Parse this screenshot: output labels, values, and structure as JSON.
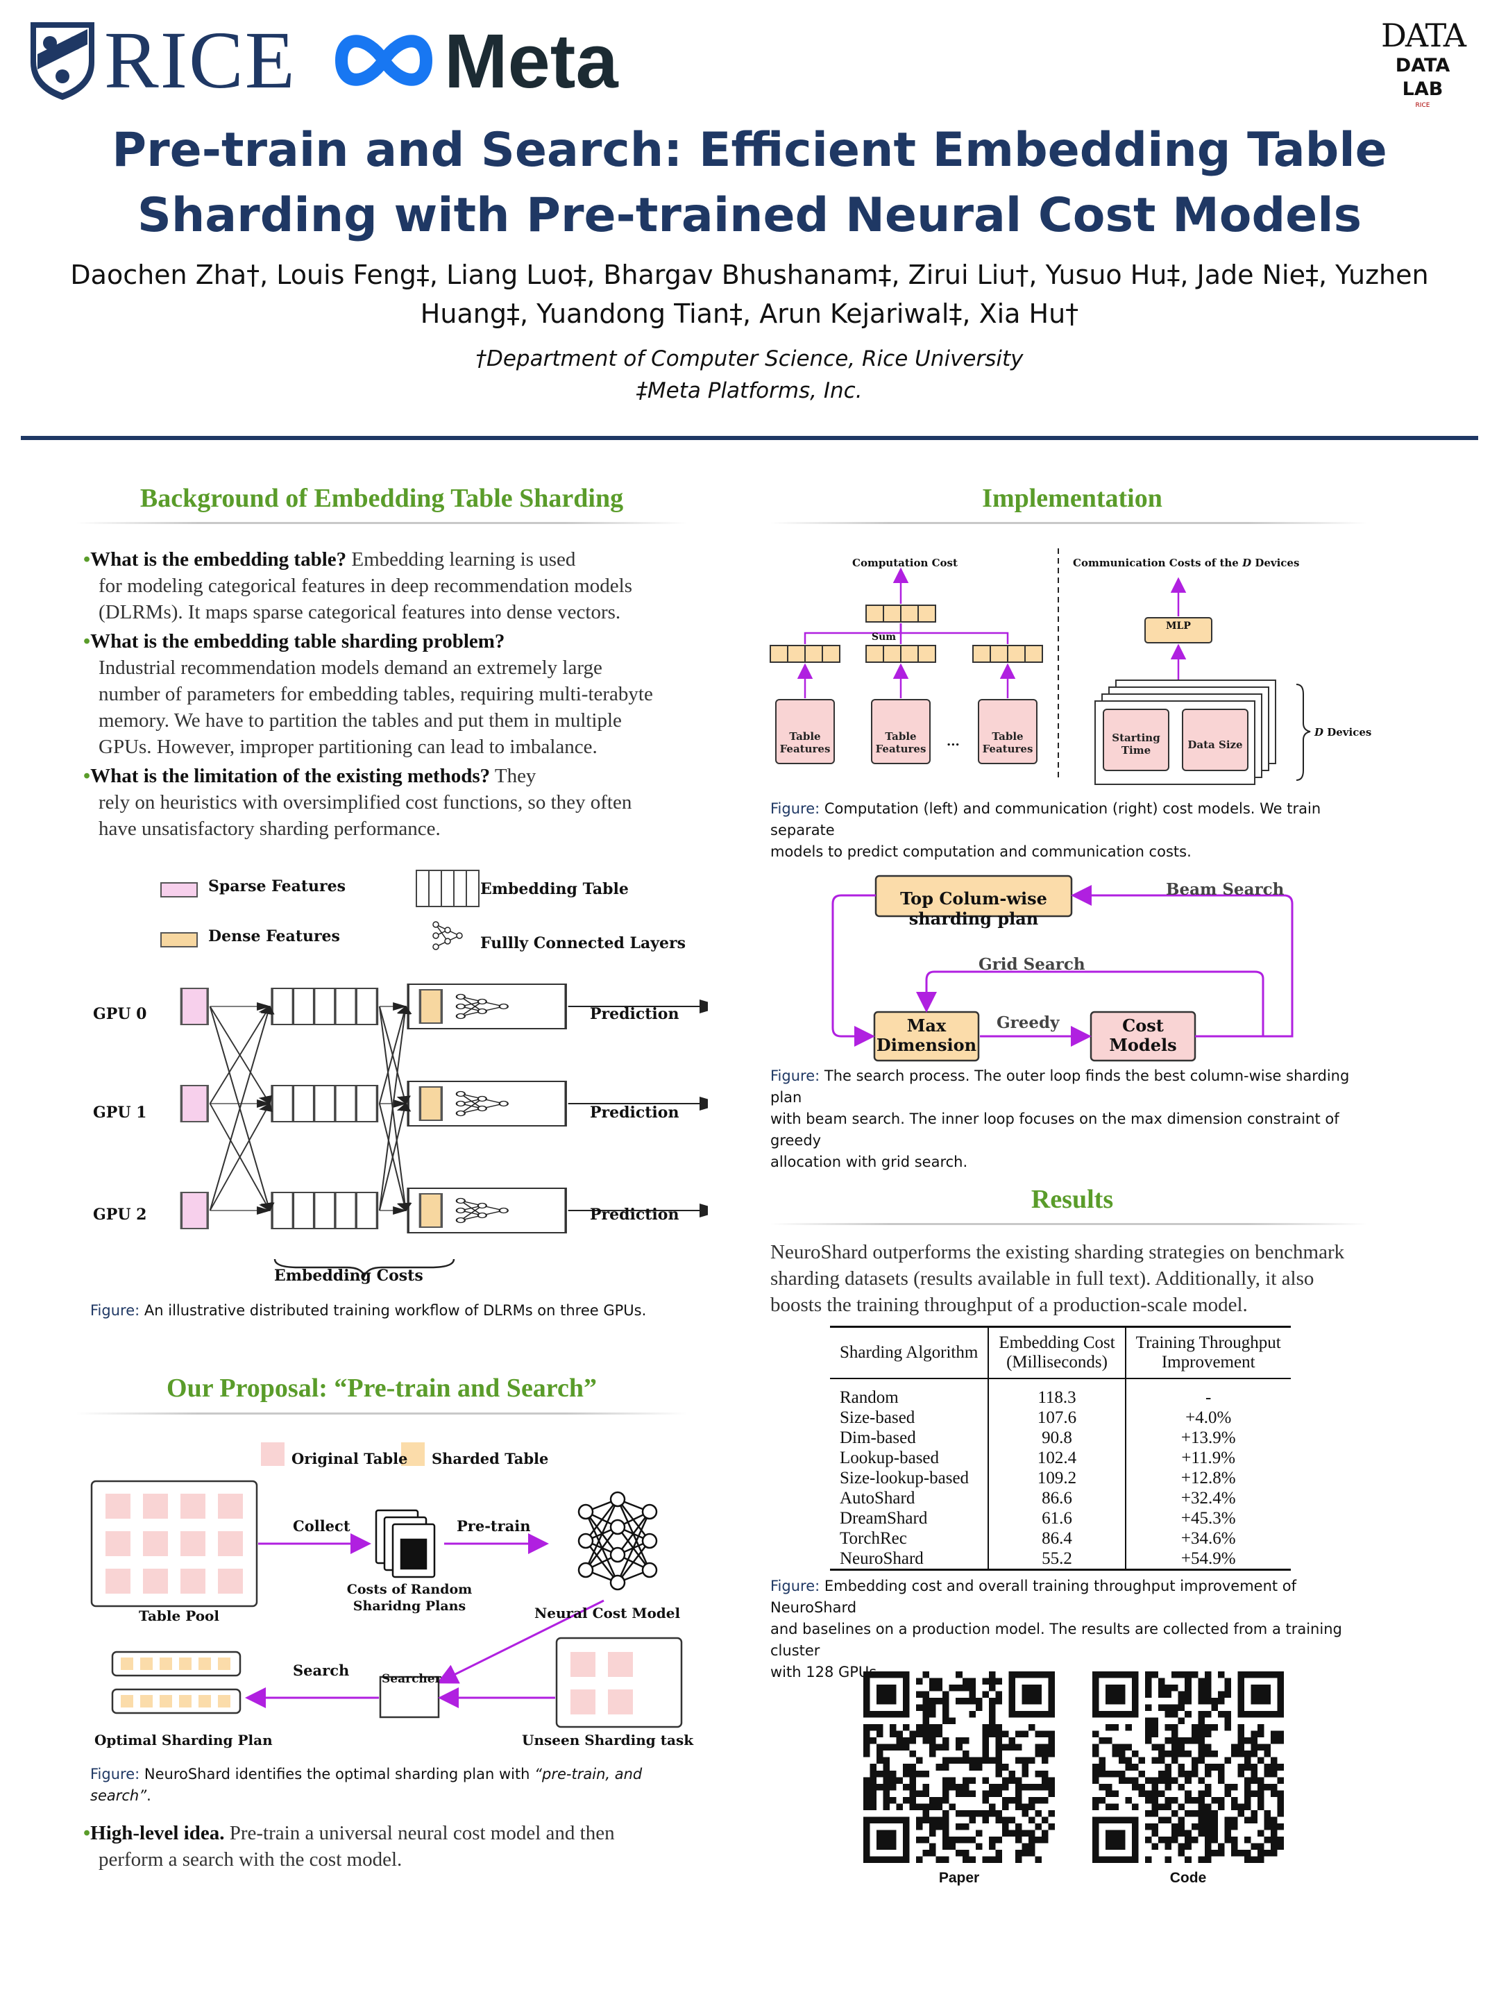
{
  "header": {
    "rice_logo": "RICE",
    "meta_logo": "Meta",
    "lab_logo_top": "DATA",
    "lab_logo": "DATA LAB",
    "lab_logo_sub": "RICE",
    "title_line1": "Pre-train and Search: Efficient Embedding Table",
    "title_line2": "Sharding with Pre-trained Neural Cost Models",
    "authors_line1": "Daochen Zha†, Louis Feng‡, Liang Luo‡, Bhargav Bhushanam‡, Zirui Liu†, Yusuo Hu‡, Jade Nie‡, Yuzhen",
    "authors_line2": "Huang‡, Yuandong Tian‡, Arun Kejariwal‡, Xia Hu†",
    "affil1": "†Department of Computer Science, Rice University",
    "affil2": "‡Meta Platforms, Inc.",
    "accent_color": "#1f3864"
  },
  "background": {
    "title": "Background of Embedding Table Sharding",
    "bullets": [
      {
        "q": "What is the embedding table?",
        "lines": [
          " Embedding learning is used",
          "for modeling categorical features in deep recommendation models",
          "(DLRMs). It maps sparse categorical features into dense vectors."
        ]
      },
      {
        "q": "What is the embedding table sharding problem?",
        "lines": [
          "",
          "Industrial recommendation models demand an extremely large",
          "number of parameters for embedding tables, requiring multi-terabyte",
          "memory. We have to partition the tables and put them in multiple",
          "GPUs. However, improper partitioning can lead to imbalance."
        ]
      },
      {
        "q": "What is the limitation of the existing methods?",
        "lines": [
          " They",
          "rely on heuristics with oversimplified cost functions, so they often",
          "have unsatisfactory sharding performance."
        ]
      }
    ],
    "legend": {
      "sparse": "Sparse Features",
      "dense": "Dense Features",
      "table": "Embedding Table",
      "fc": "Fullly Connected Layers"
    },
    "gpus": [
      "GPU 0",
      "GPU 1",
      "GPU 2"
    ],
    "prediction": "Prediction",
    "embedding_costs": "Embedding Costs",
    "caption_label": "Figure:",
    "caption_text": " An illustrative distributed training workflow of DLRMs on three GPUs."
  },
  "proposal": {
    "title": "Our Proposal: “Pre-train and Search”",
    "legend_original": "Original Table",
    "legend_sharded": "Sharded Table",
    "collect": "Collect",
    "pretrain": "Pre-train",
    "table_pool": "Table Pool",
    "costs_line1": "Costs of Random",
    "costs_line2": "Sharidng Plans",
    "neural_cost_model": "Neural Cost Model",
    "search": "Search",
    "searcher": "Searcher",
    "optimal_plan": "Optimal Sharding Plan",
    "unseen_task": "Unseen Sharding task",
    "caption_label": "Figure:",
    "caption_text": " NeuroShard identifies the optimal sharding plan with ",
    "caption_italic": "“pre-train, and search”",
    "caption_end": ".",
    "idea_bold": "High-level idea.",
    "idea_line1": " Pre-train a universal neural cost model and then",
    "idea_line2": "perform a search with the cost model."
  },
  "implementation": {
    "title": "Implementation",
    "comp_cost": "Computation Cost",
    "comm_cost_prefix": "Communication Costs of the ",
    "comm_cost_d": "D",
    "comm_cost_suffix": " Devices",
    "sum": "Sum",
    "table_features": "Table\nFeatures",
    "table_line1": "Table",
    "table_line2": "Features",
    "ellipsis": "...",
    "mlp": "MLP",
    "starting_time_1": "Starting",
    "starting_time_2": "Time",
    "data_size": "Data Size",
    "d_devices_d": "D",
    "d_devices": " Devices",
    "caption1_label": "Figure:",
    "caption1_line1": " Computation (left) and communication (right) cost models. We train separate",
    "caption1_line2": "models to predict computation and communication costs.",
    "top_plan": "Top Colum-wise sharding plan",
    "beam_search": "Beam Search",
    "grid_search": "Grid Search",
    "greedy": "Greedy",
    "max_dim_1": "Max",
    "max_dim_2": "Dimension",
    "cost_models_1": "Cost",
    "cost_models_2": "Models",
    "caption2_label": "Figure:",
    "caption2_line1": " The search process. The outer loop finds the best column-wise sharding plan",
    "caption2_line2": "with beam search. The inner loop focuses on the max dimension constraint of greedy",
    "caption2_line3": "allocation with grid search."
  },
  "results": {
    "title": "Results",
    "intro_line1": "NeuroShard outperforms the existing sharding strategies on benchmark",
    "intro_line2": "sharding datasets (results available in full text). Additionally, it also",
    "intro_line3": "boosts the training throughput of a production-scale model.",
    "headers": [
      "Sharding Algorithm",
      "Embedding Cost",
      "(Milliseconds)",
      "Training Throughput",
      "Improvement"
    ],
    "rows": [
      [
        "Random",
        "118.3",
        "-"
      ],
      [
        "Size-based",
        "107.6",
        "+4.0%"
      ],
      [
        "Dim-based",
        "90.8",
        "+13.9%"
      ],
      [
        "Lookup-based",
        "102.4",
        "+11.9%"
      ],
      [
        "Size-lookup-based",
        "109.2",
        "+12.8%"
      ],
      [
        "AutoShard",
        "86.6",
        "+32.4%"
      ],
      [
        "DreamShard",
        "61.6",
        "+45.3%"
      ],
      [
        "TorchRec",
        "86.4",
        "+34.6%"
      ],
      [
        "NeuroShard",
        "55.2",
        "+54.9%"
      ]
    ],
    "caption_label": "Figure:",
    "caption_line1": " Embedding cost and overall training throughput improvement of NeuroShard",
    "caption_line2": "and baselines on a production model. The results are collected from a training cluster",
    "caption_line3": "with 128 GPUs.",
    "qr_paper": "Paper",
    "qr_code": "Code"
  }
}
